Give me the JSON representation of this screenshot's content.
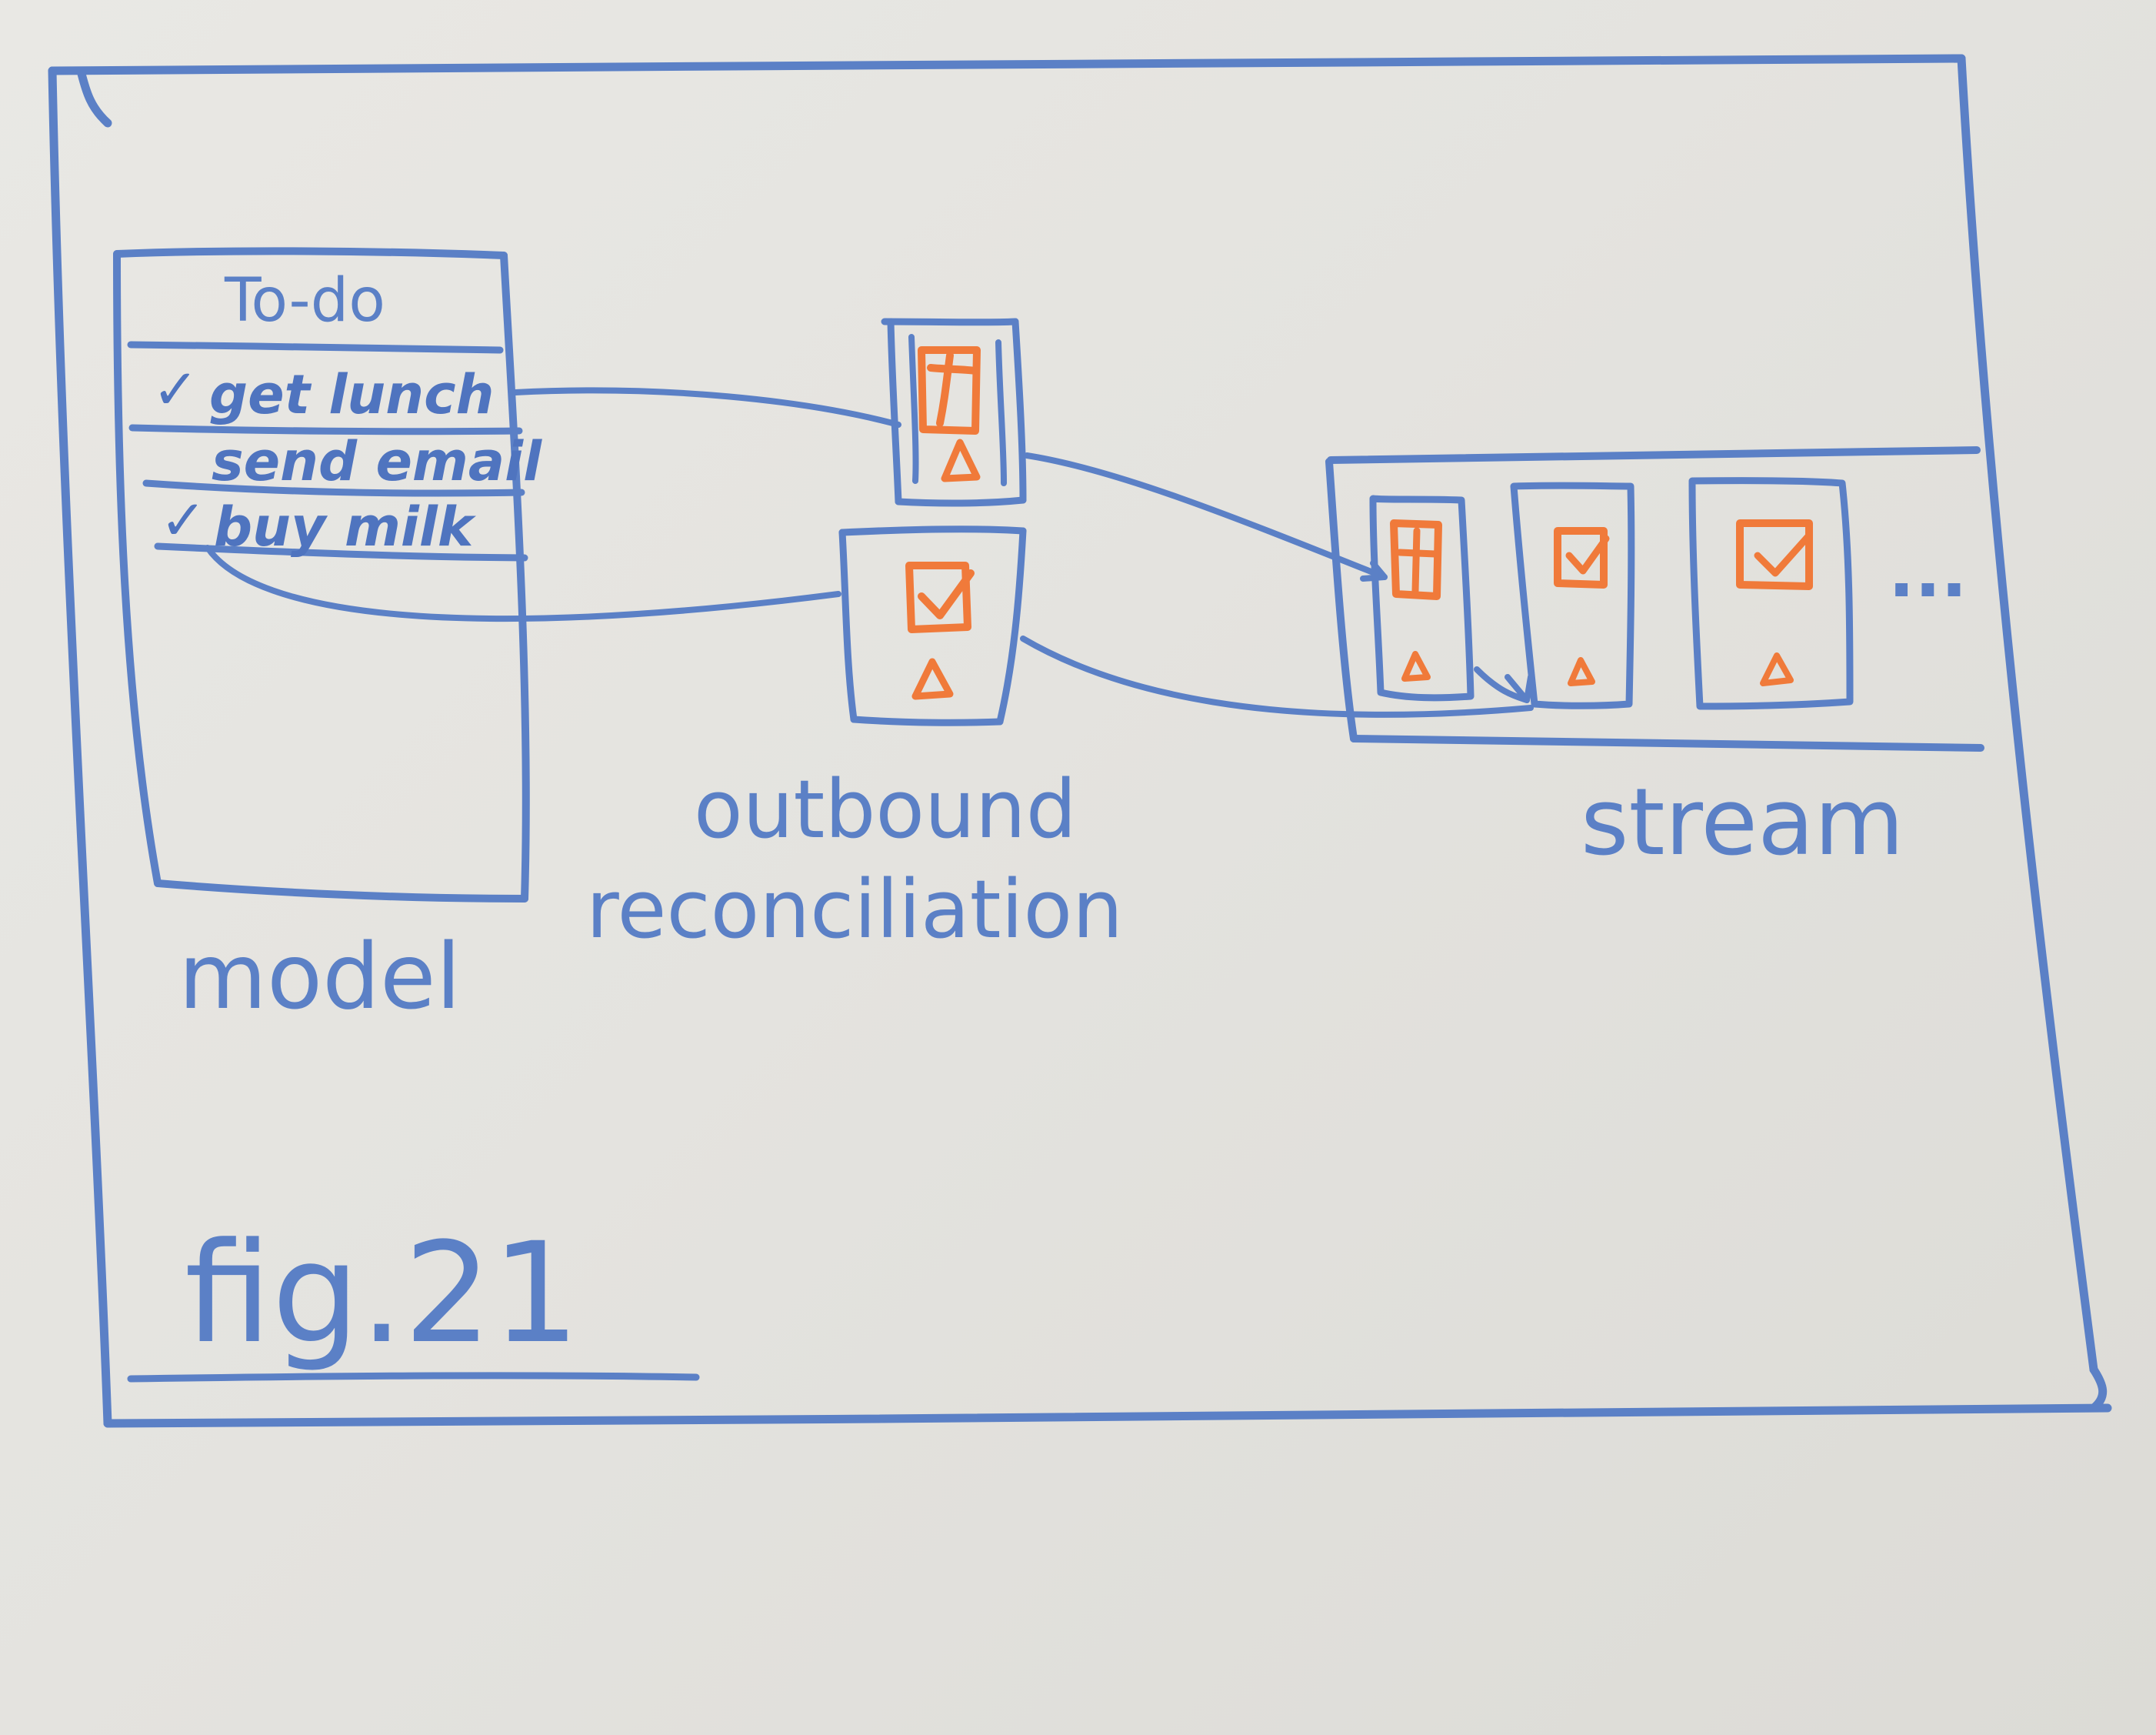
{
  "model": {
    "title": "To-do",
    "items": [
      {
        "text": "get lunch",
        "checked": true
      },
      {
        "text": "send email",
        "checked": false
      },
      {
        "text": "buy milk",
        "checked": true
      }
    ],
    "label": "model"
  },
  "outbound": {
    "label_line1": "outbound",
    "label_line2": "reconciliation"
  },
  "stream": {
    "label": "stream",
    "ellipsis": "..."
  },
  "caption": "fig.21",
  "colors": {
    "board": "#e6e5e1",
    "marker_blue": "#5b80c6",
    "marker_orange": "#f07a3a"
  },
  "icons": [
    "check-icon",
    "add-box-icon",
    "checkbox-icon",
    "triangle-icon"
  ]
}
